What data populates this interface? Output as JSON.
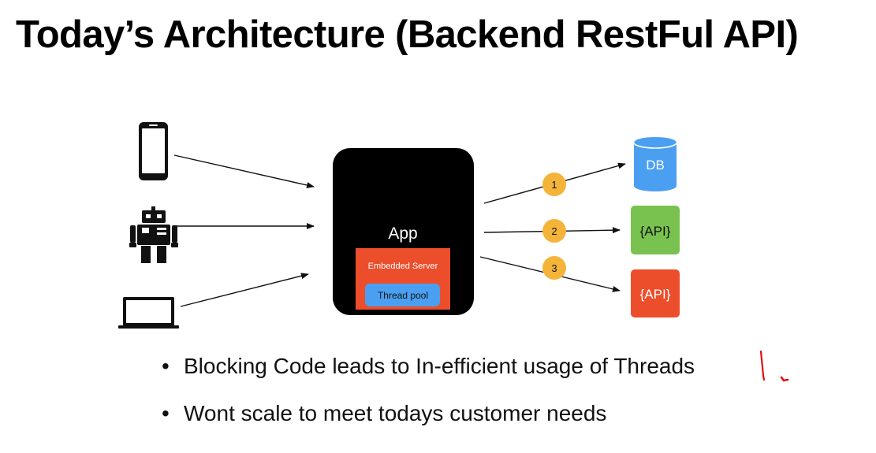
{
  "slide": {
    "title": "Today’s Architecture (Backend RestFul API)"
  },
  "app": {
    "label": "App",
    "server_label": "Embedded Server",
    "pool_label": "Thread pool"
  },
  "clients": [
    {
      "icon": "smartphone-icon"
    },
    {
      "icon": "robot-icon"
    },
    {
      "icon": "laptop-icon"
    }
  ],
  "backends": [
    {
      "step": "1",
      "label": "DB",
      "icon": "database-icon",
      "color": "#4a9ff0"
    },
    {
      "step": "2",
      "label": "{API}",
      "icon": "api-box",
      "color": "#79c250"
    },
    {
      "step": "3",
      "label": "{API}",
      "icon": "api-box",
      "color": "#ec4e2c"
    }
  ],
  "colors": {
    "app_box": "#000000",
    "server": "#ec4e2c",
    "thread_pool": "#4a9ff0",
    "step_badge": "#f4b43a",
    "annotation": "#e01010"
  },
  "bullets": [
    "Blocking Code leads to In-efficient usage of Threads",
    "Wont scale to meet todays customer needs"
  ]
}
